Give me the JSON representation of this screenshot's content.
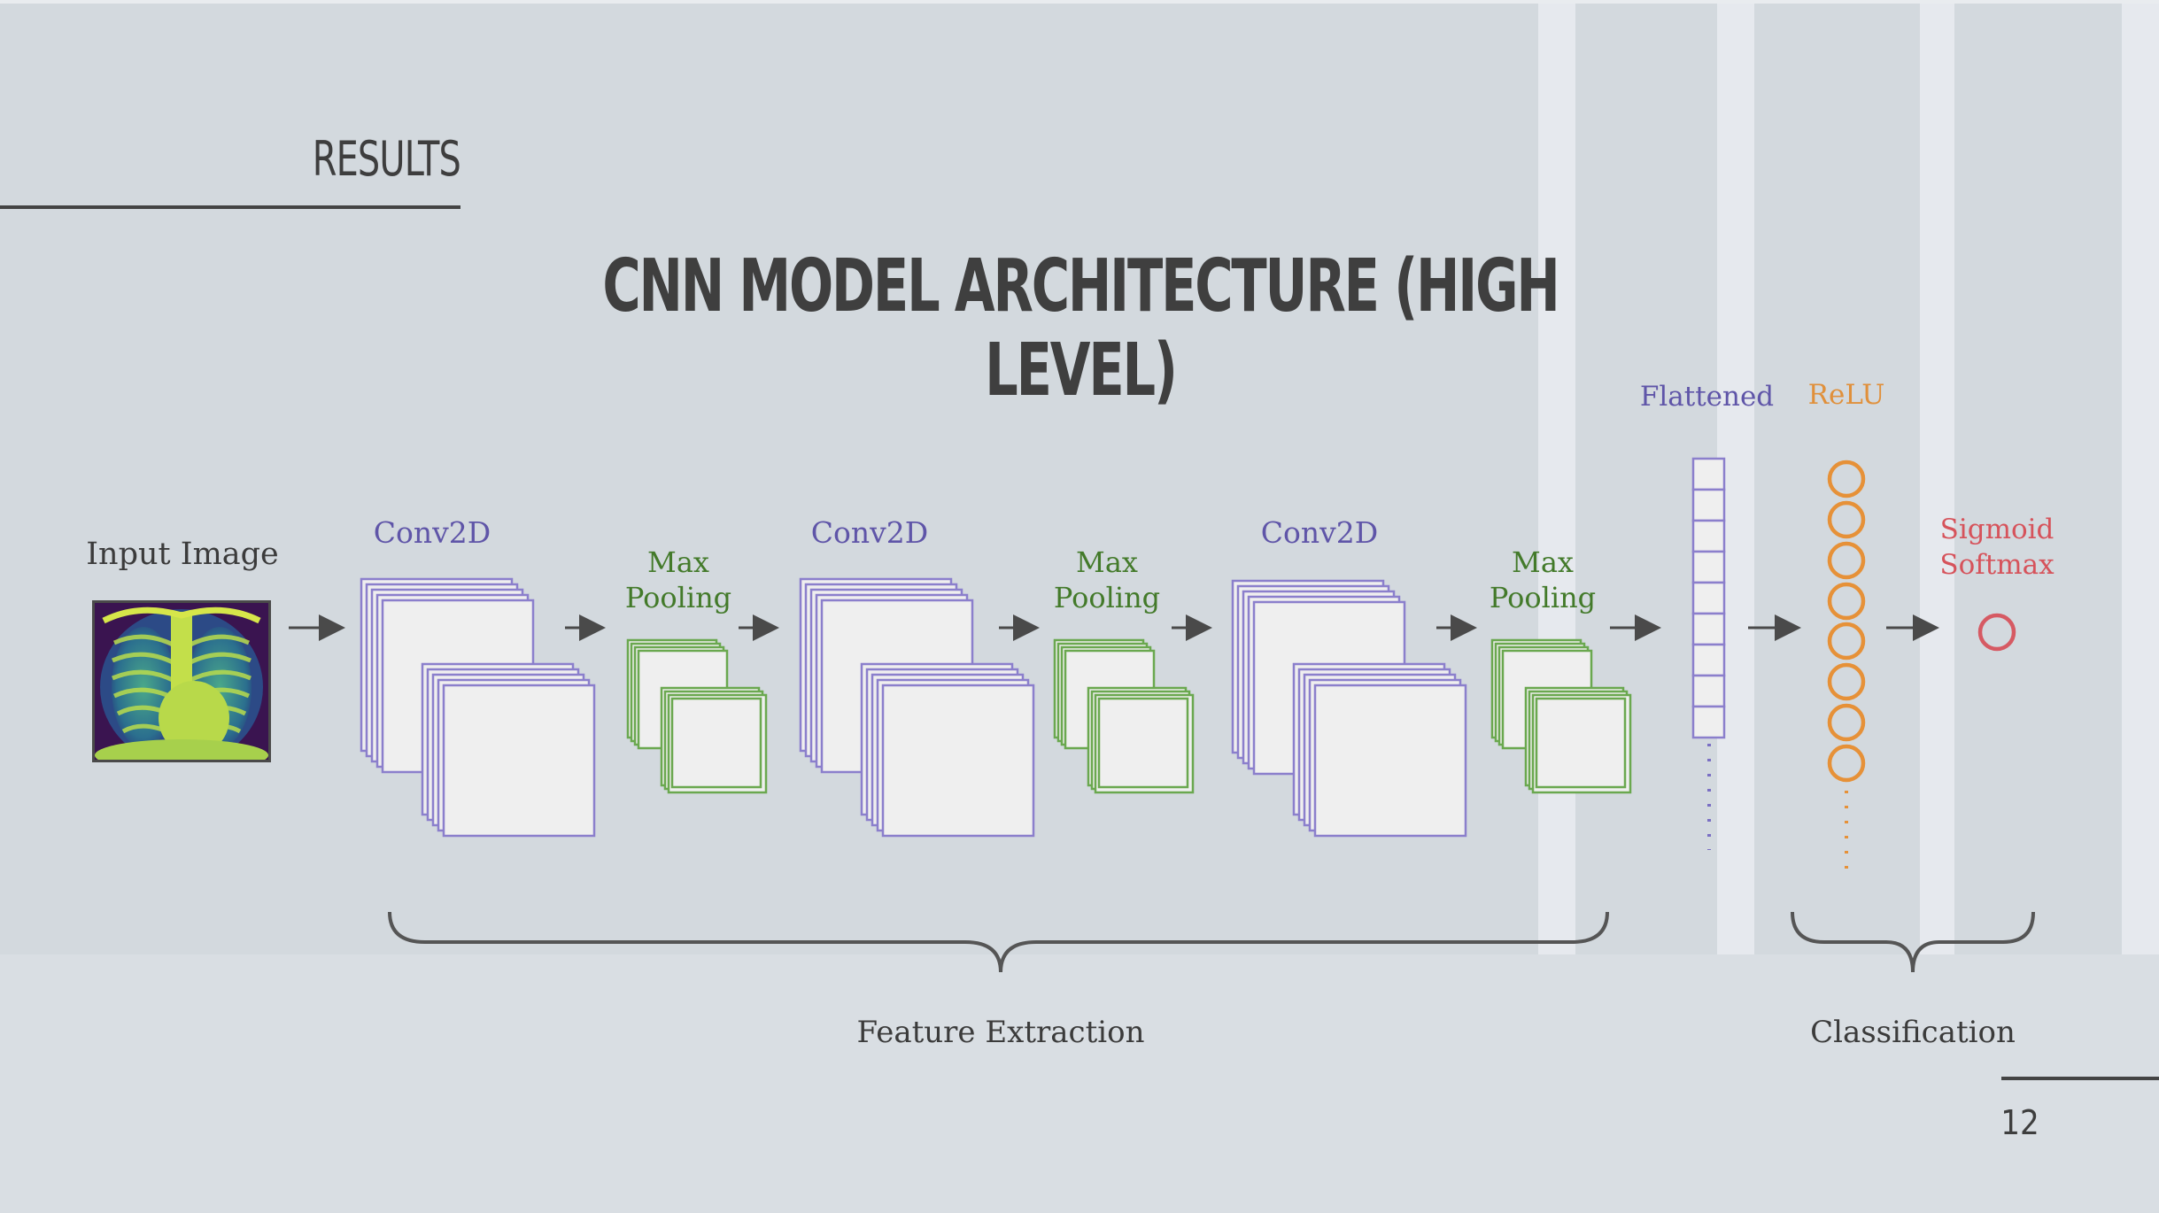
{
  "slide": {
    "section_title": "RESULTS",
    "title": "CNN MODEL ARCHITECTURE (HIGH LEVEL)",
    "page_number": "12"
  },
  "diagram": {
    "input_label": "Input Image",
    "blocks": [
      {
        "conv_label": "Conv2D",
        "pool_label_line1": "Max",
        "pool_label_line2": "Pooling"
      },
      {
        "conv_label": "Conv2D",
        "pool_label_line1": "Max",
        "pool_label_line2": "Pooling"
      },
      {
        "conv_label": "Conv2D",
        "pool_label_line1": "Max",
        "pool_label_line2": "Pooling"
      }
    ],
    "flattened_label": "Flattened",
    "relu_label": "ReLU",
    "output_label_line1": "Sigmoid",
    "output_label_line2": "Softmax",
    "feature_extraction_label": "Feature Extraction",
    "classification_label": "Classification"
  },
  "colors": {
    "conv_stroke": "#8b7fcc",
    "pool_stroke": "#6aa84f",
    "relu_stroke": "#e69138",
    "output_stroke": "#d65a63",
    "arrow": "#4a4a4a",
    "brace": "#555555"
  }
}
